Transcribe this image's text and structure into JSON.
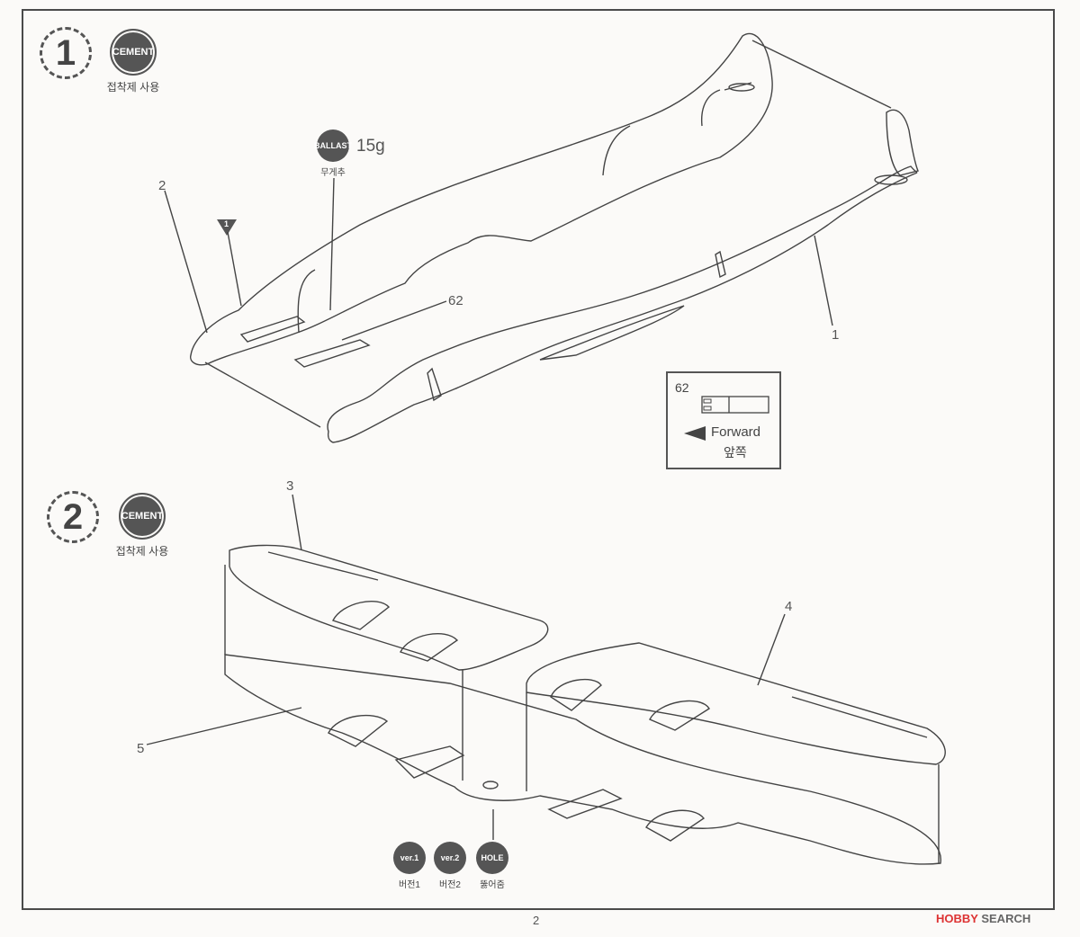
{
  "steps": [
    {
      "number": "1",
      "badge": "CEMENT",
      "badge_sub": "접착제 사용"
    },
    {
      "number": "2",
      "badge": "CEMENT",
      "badge_sub": "접착제 사용"
    }
  ],
  "ballast": {
    "badge": "BALLAST",
    "weight": "15g",
    "sub": "무게추"
  },
  "warning_marker": "1",
  "parts": {
    "p1": "1",
    "p2": "2",
    "p3": "3",
    "p4": "4",
    "p5": "5",
    "p62": "62"
  },
  "inset": {
    "part": "62",
    "forward_en": "Forward",
    "forward_ko": "앞쪽"
  },
  "version_badges": [
    {
      "label": "ver.1",
      "sub": "버전1"
    },
    {
      "label": "ver.2",
      "sub": "버전2"
    },
    {
      "label": "HOLE",
      "sub": "뚫어줌"
    }
  ],
  "page_number": "2",
  "watermark": {
    "brand": "HOBBY",
    "search": "SEARCH"
  }
}
